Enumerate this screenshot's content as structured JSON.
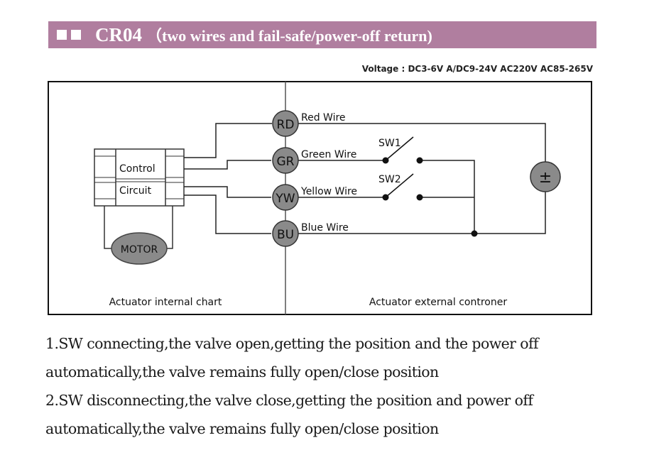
{
  "header": {
    "title": "CR04",
    "subtitle": "（two wires and fail-safe/power-off return)",
    "bullet_icon": "square-bullet-icon"
  },
  "voltage": "Voltage : DC3-6V A/DC9-24V AC220V AC85-265V",
  "diagram": {
    "terminals": [
      {
        "code": "RD",
        "label": "Red Wire"
      },
      {
        "code": "GR",
        "label": "Green Wire"
      },
      {
        "code": "YW",
        "label": "Yellow Wire"
      },
      {
        "code": "BU",
        "label": "Blue Wire"
      }
    ],
    "control_label": "Control",
    "circuit_label": "Circuit",
    "motor_label": "MOTOR",
    "sw1": "SW1",
    "sw2": "SW2",
    "power_symbol": "±",
    "left_caption": "Actuator internal chart",
    "right_caption": "Actuator external controner"
  },
  "description": [
    "1.SW connecting,the valve open,getting the position and the power off",
    "automatically,the valve remains fully open/close position",
    "2.SW disconnecting,the valve close,getting the position and power off",
    "automatically,the valve remains fully open/close position"
  ]
}
